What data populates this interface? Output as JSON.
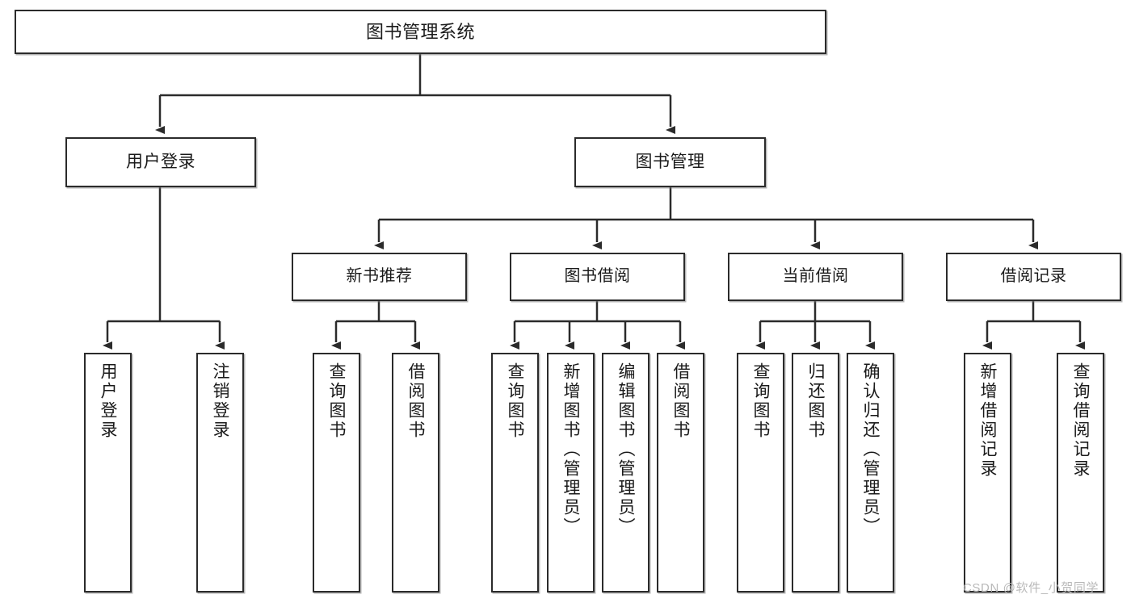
{
  "diagram": {
    "type": "tree",
    "title": "图书管理系统",
    "root": {
      "id": "root",
      "label": "图书管理系统"
    },
    "level2": [
      {
        "id": "user-login",
        "label": "用户登录"
      },
      {
        "id": "book-manage",
        "label": "图书管理"
      }
    ],
    "level3": [
      {
        "id": "new-book-recommend",
        "label": "新书推荐",
        "parent": "book-manage"
      },
      {
        "id": "book-borrow",
        "label": "图书借阅",
        "parent": "book-manage"
      },
      {
        "id": "current-borrow",
        "label": "当前借阅",
        "parent": "book-manage"
      },
      {
        "id": "borrow-record",
        "label": "借阅记录",
        "parent": "book-manage"
      }
    ],
    "leaves": [
      {
        "id": "leaf-user-login",
        "label": "用户登录",
        "parent": "user-login"
      },
      {
        "id": "leaf-logout-login",
        "label": "注销登录",
        "parent": "user-login"
      },
      {
        "id": "leaf-query-book-1",
        "label": "查询图书",
        "parent": "new-book-recommend"
      },
      {
        "id": "leaf-borrow-book-1",
        "label": "借阅图书",
        "parent": "new-book-recommend"
      },
      {
        "id": "leaf-query-book-2",
        "label": "查询图书",
        "parent": "book-borrow"
      },
      {
        "id": "leaf-add-book",
        "label": "新增图书（管理员）",
        "parent": "book-borrow"
      },
      {
        "id": "leaf-edit-book",
        "label": "编辑图书（管理员）",
        "parent": "book-borrow"
      },
      {
        "id": "leaf-borrow-book-2",
        "label": "借阅图书",
        "parent": "book-borrow"
      },
      {
        "id": "leaf-query-book-3",
        "label": "查询图书",
        "parent": "current-borrow"
      },
      {
        "id": "leaf-return-book",
        "label": "归还图书",
        "parent": "current-borrow"
      },
      {
        "id": "leaf-confirm-return",
        "label": "确认归还（管理员）",
        "parent": "current-borrow"
      },
      {
        "id": "leaf-add-record",
        "label": "新增借阅记录",
        "parent": "borrow-record"
      },
      {
        "id": "leaf-query-record",
        "label": "查询借阅记录",
        "parent": "borrow-record"
      }
    ],
    "watermark": "CSDN @软件_小贺同学",
    "colors": {
      "stroke": "#2b2b2b",
      "fill": "#ffffff",
      "text": "#1a1a1a",
      "watermark": "#b9b9b9"
    }
  }
}
